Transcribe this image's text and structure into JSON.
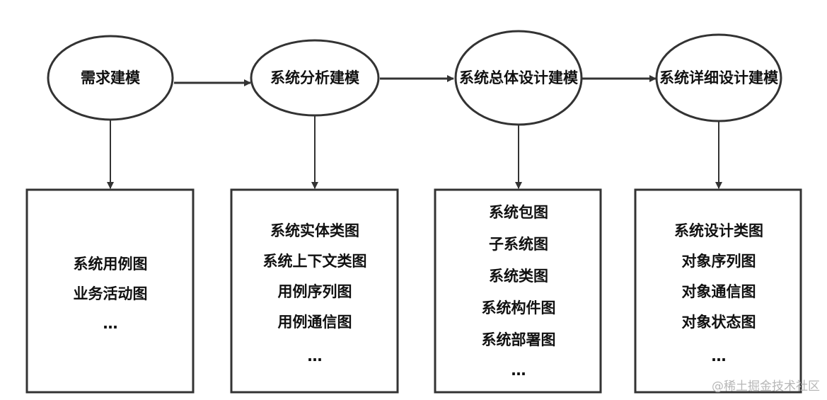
{
  "stages": [
    {
      "title": "需求建模",
      "items": [
        "系统用例图",
        "业务活动图",
        "…"
      ]
    },
    {
      "title": "系统分析建模",
      "items": [
        "系统实体类图",
        "系统上下文类图",
        "用例序列图",
        "用例通信图",
        "…"
      ]
    },
    {
      "title": "系统总体设计建模",
      "items": [
        "系统包图",
        "子系统图",
        "系统类图",
        "系统构件图",
        "系统部署图",
        "…"
      ]
    },
    {
      "title": "系统详细设计建模",
      "items": [
        "系统设计类图",
        "对象序列图",
        "对象通信图",
        "对象状态图",
        "…"
      ]
    }
  ],
  "watermark": "@稀土掘金技术社区",
  "colors": {
    "stroke": "#333333",
    "text": "#111111",
    "watermark": "#b7b7b7"
  }
}
